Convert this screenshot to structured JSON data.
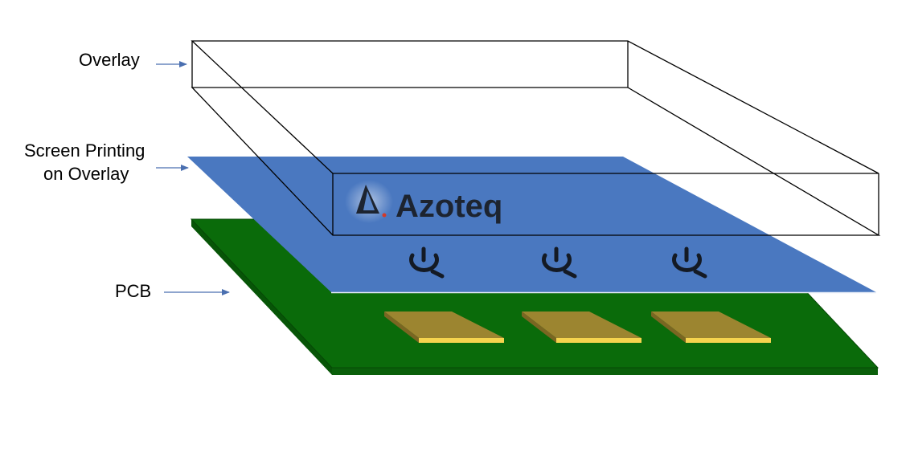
{
  "labels": {
    "overlay": "Overlay",
    "screen_printing_line1": "Screen Printing",
    "screen_printing_line2": "on Overlay",
    "pcb": "PCB"
  },
  "screen_print": {
    "brand_text": "Azoteq",
    "button_count": 3,
    "button_icon": "power-touch-icon"
  },
  "pcb": {
    "electrode_count": 3
  },
  "colors": {
    "overlay_edge": "#000000",
    "print_layer": "#4a78c0",
    "pcb_top": "#0a6b0a",
    "pcb_side": "#075507",
    "electrode_top": "#9c8530",
    "electrode_edge": "#f5d44e",
    "arrow": "#4a6fb0",
    "brand_text": "#1d2430"
  }
}
